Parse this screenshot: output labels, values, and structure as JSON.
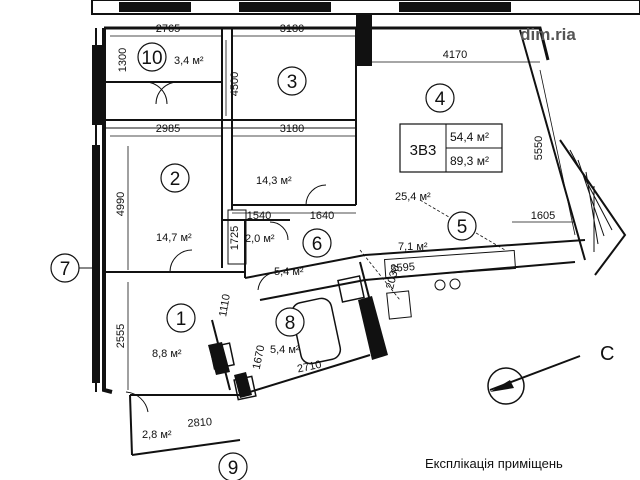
{
  "watermark": "dim.ria",
  "room_numbers": [
    "10",
    "3",
    "4",
    "2",
    "6",
    "5",
    "7",
    "1",
    "8",
    "9"
  ],
  "areas": {
    "r10": "3,4 м²",
    "r3": "14,3 м²",
    "r4": "25,4 м²",
    "r2": "14,7 м²",
    "r2b": "2,0 м²",
    "r6": "5,4 м²",
    "r5": "7,1 м²",
    "r1": "8,8 м²",
    "r8": "5,4 м²",
    "r9": "2,8 м²"
  },
  "dimensions": {
    "d2765": "2765",
    "d3180a": "3180",
    "d4170": "4170",
    "d2985": "2985",
    "d3180b": "3180",
    "d1300": "1300",
    "d4500": "4500",
    "d5550": "5550",
    "d4990": "4990",
    "d1540": "1540",
    "d1640": "1640",
    "d1605": "1605",
    "d1725": "1725",
    "d3595": "3595",
    "d2030": "2030",
    "d2555": "2555",
    "d1110": "1110",
    "d1670": "1670",
    "d2710": "2710",
    "d2810": "2810"
  },
  "info_box": {
    "code": "3В3",
    "living": "54,4 м²",
    "total": "89,3 м²"
  },
  "compass_label": "С",
  "caption": "Експлікація приміщень"
}
